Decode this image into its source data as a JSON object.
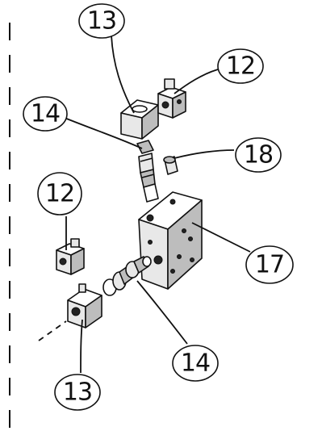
{
  "callouts": [
    {
      "id": "c1",
      "label": "13"
    },
    {
      "id": "c2",
      "label": "12"
    },
    {
      "id": "c3",
      "label": "14"
    },
    {
      "id": "c4",
      "label": "18"
    },
    {
      "id": "c5",
      "label": "12"
    },
    {
      "id": "c6",
      "label": "17"
    },
    {
      "id": "c7",
      "label": "14"
    },
    {
      "id": "c8",
      "label": "13"
    }
  ]
}
